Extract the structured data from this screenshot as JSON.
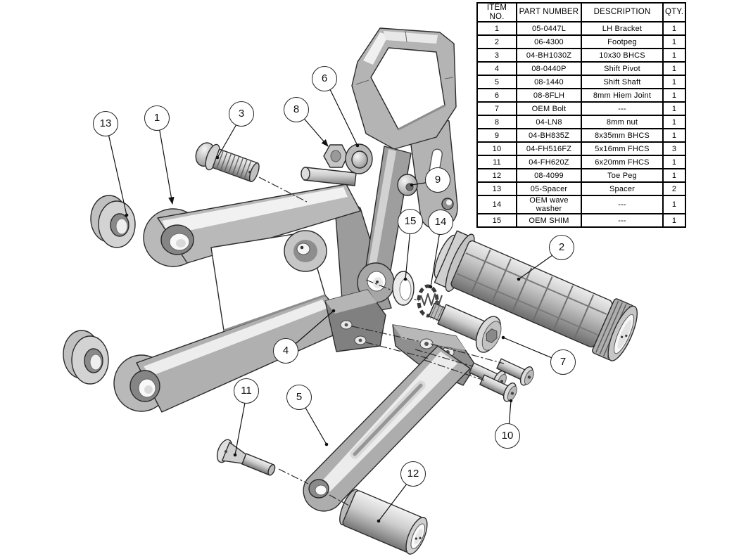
{
  "parts_table": {
    "headers": {
      "item": "ITEM NO.",
      "part": "PART NUMBER",
      "desc": "DESCRIPTION",
      "qty": "QTY."
    },
    "rows": [
      {
        "item": "1",
        "part": "05-0447L",
        "desc": "LH Bracket",
        "qty": "1"
      },
      {
        "item": "2",
        "part": "06-4300",
        "desc": "Footpeg",
        "qty": "1"
      },
      {
        "item": "3",
        "part": "04-BH1030Z",
        "desc": "10x30 BHCS",
        "qty": "1"
      },
      {
        "item": "4",
        "part": "08-0440P",
        "desc": "Shift Pivot",
        "qty": "1"
      },
      {
        "item": "5",
        "part": "08-1440",
        "desc": "Shift Shaft",
        "qty": "1"
      },
      {
        "item": "6",
        "part": "08-8FLH",
        "desc": "8mm Hiem Joint",
        "qty": "1"
      },
      {
        "item": "7",
        "part": "OEM Bolt",
        "desc": "---",
        "qty": "1"
      },
      {
        "item": "8",
        "part": "04-LN8",
        "desc": "8mm nut",
        "qty": "1"
      },
      {
        "item": "9",
        "part": "04-BH835Z",
        "desc": "8x35mm BHCS",
        "qty": "1"
      },
      {
        "item": "10",
        "part": "04-FH516FZ",
        "desc": "5x16mm FHCS",
        "qty": "3"
      },
      {
        "item": "11",
        "part": "04-FH620Z",
        "desc": "6x20mm FHCS",
        "qty": "1"
      },
      {
        "item": "12",
        "part": "08-4099",
        "desc": "Toe Peg",
        "qty": "1"
      },
      {
        "item": "13",
        "part": "05-Spacer",
        "desc": "Spacer",
        "qty": "2"
      },
      {
        "item": "14",
        "part": "OEM wave washer",
        "desc": "---",
        "qty": "1"
      },
      {
        "item": "15",
        "part": "OEM SHIM",
        "desc": "---",
        "qty": "1"
      }
    ]
  },
  "balloons": [
    {
      "label": "1"
    },
    {
      "label": "2"
    },
    {
      "label": "3"
    },
    {
      "label": "4"
    },
    {
      "label": "5"
    },
    {
      "label": "6"
    },
    {
      "label": "7"
    },
    {
      "label": "8"
    },
    {
      "label": "9"
    },
    {
      "label": "10"
    },
    {
      "label": "11"
    },
    {
      "label": "12"
    },
    {
      "label": "13"
    },
    {
      "label": "14"
    },
    {
      "label": "15"
    }
  ]
}
